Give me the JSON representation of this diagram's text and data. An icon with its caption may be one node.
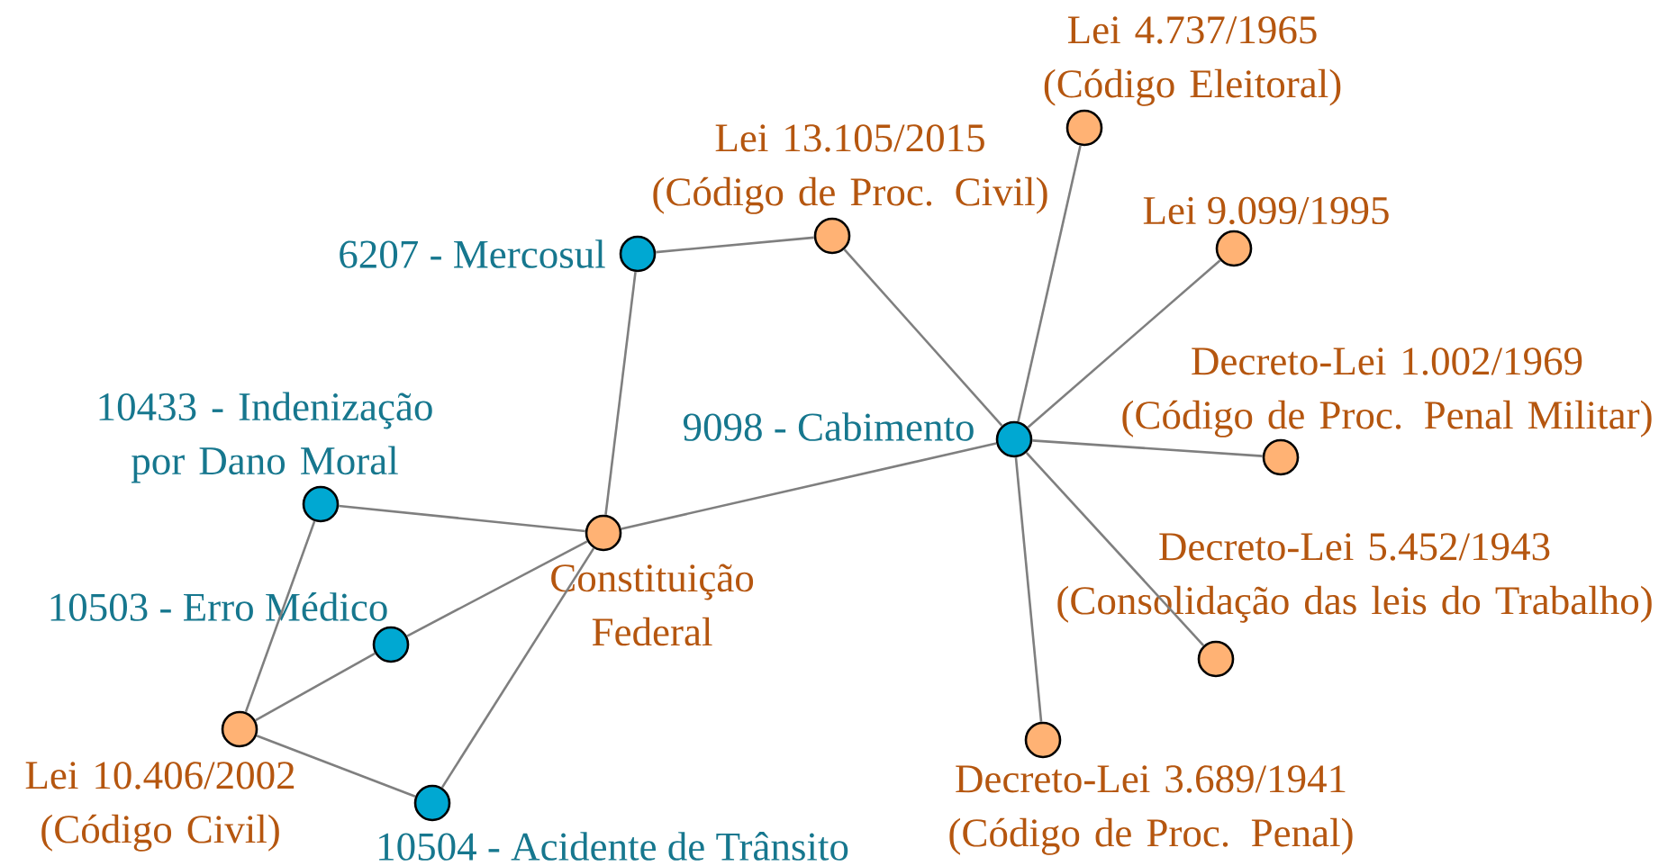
{
  "diagram": {
    "nodes": [
      {
        "text": [
          "6207 - Mercosul"
        ]
      },
      {
        "text": [
          "Lei 13.105/2015 (Código de Proc. Civil)"
        ]
      },
      {
        "text": [
          "Lei 4.737/1965 (Código Eleitoral)"
        ]
      },
      {
        "text": [
          "Lei 9.099/1995"
        ]
      },
      {
        "text": [
          "9098 - Cabimento"
        ]
      },
      {
        "text": [
          "10433 - Indenização por Dano Moral"
        ]
      },
      {
        "text": [
          "Constituição Federal"
        ]
      },
      {
        "text": [
          "Decreto-Lei 1.002/1969 (Código de Proc. Penal Militar)"
        ]
      },
      {
        "text": [
          "10503 - Erro Médico"
        ]
      },
      {
        "text": [
          "Decreto-Lei 5.452/1943 (Consolidação das leis do Trabalho)"
        ]
      },
      {
        "text": [
          "Lei 10.406/2002 (Código Civil)"
        ]
      },
      {
        "text": [
          "Decreto-Lei 3.689/1941 (Código de Proc. Penal)"
        ]
      },
      {
        "text": [
          "10504 - Acidente de Trânsito"
        ]
      }
    ],
    "edges": [
      {
        "from": 0,
        "to": 1,
        "arrow": "none"
      },
      {
        "from": 0,
        "to": 6,
        "arrow": "none"
      },
      {
        "from": 1,
        "to": 4,
        "arrow": "none"
      },
      {
        "from": 4,
        "to": 2,
        "arrow": "none"
      },
      {
        "from": 4,
        "to": 3,
        "arrow": "none"
      },
      {
        "from": 4,
        "to": 7,
        "arrow": "none"
      },
      {
        "from": 4,
        "to": 9,
        "arrow": "none"
      },
      {
        "from": 4,
        "to": 11,
        "arrow": "none"
      },
      {
        "from": 4,
        "to": 6,
        "arrow": "none"
      },
      {
        "from": 5,
        "to": 6,
        "arrow": "none"
      },
      {
        "from": 5,
        "to": 10,
        "arrow": "none"
      },
      {
        "from": 8,
        "to": 6,
        "arrow": "none"
      },
      {
        "from": 8,
        "to": 10,
        "arrow": "none"
      },
      {
        "from": 10,
        "to": 12,
        "arrow": "none"
      },
      {
        "from": 12,
        "to": 6,
        "arrow": "none"
      }
    ]
  }
}
